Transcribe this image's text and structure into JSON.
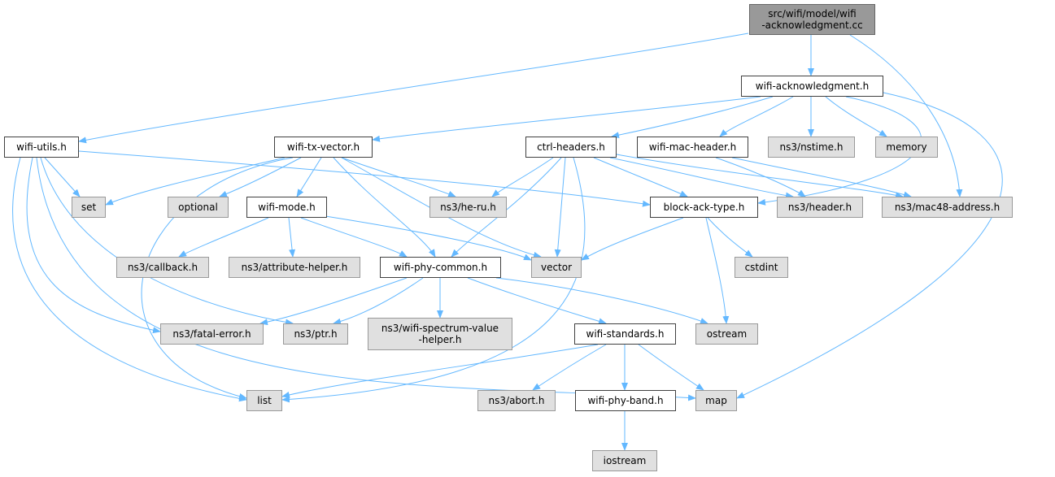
{
  "colors": {
    "edge": "#63b8ff",
    "root_fill": "#999999",
    "external_fill": "#e0e0e0",
    "file_fill": "#ffffff"
  },
  "nodes": {
    "root": "src/wifi/model/wifi\n-acknowledgment.cc",
    "wifi_ack_h": "wifi-acknowledgment.h",
    "wifi_utils": "wifi-utils.h",
    "wifi_tx_vector": "wifi-tx-vector.h",
    "ctrl_headers": "ctrl-headers.h",
    "wifi_mac_header": "wifi-mac-header.h",
    "nstime": "ns3/nstime.h",
    "memory": "memory",
    "set": "set",
    "optional": "optional",
    "wifi_mode": "wifi-mode.h",
    "he_ru": "ns3/he-ru.h",
    "block_ack_type": "block-ack-type.h",
    "header": "ns3/header.h",
    "mac48": "ns3/mac48-address.h",
    "callback": "ns3/callback.h",
    "attribute_helper": "ns3/attribute-helper.h",
    "wifi_phy_common": "wifi-phy-common.h",
    "vector": "vector",
    "cstdint": "cstdint",
    "fatal_error": "ns3/fatal-error.h",
    "ptr": "ns3/ptr.h",
    "spectrum_helper": "ns3/wifi-spectrum-value\n-helper.h",
    "wifi_standards": "wifi-standards.h",
    "ostream": "ostream",
    "list": "list",
    "abort": "ns3/abort.h",
    "wifi_phy_band": "wifi-phy-band.h",
    "map": "map",
    "iostream": "iostream"
  }
}
